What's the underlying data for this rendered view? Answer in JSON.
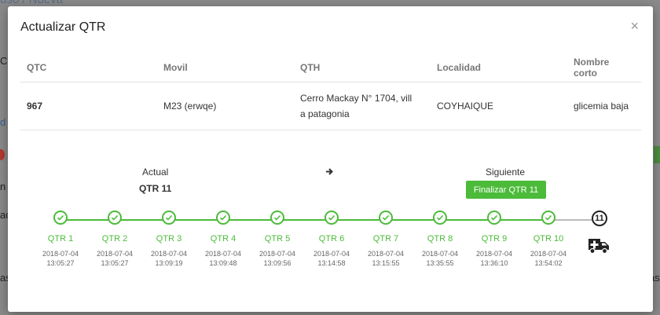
{
  "background": {
    "breadcrumb": "uso / Nueva",
    "snippets": [
      "C",
      "d",
      "n",
      "ac",
      "as",
      "as"
    ]
  },
  "modal": {
    "title": "Actualizar QTR",
    "close_symbol": "×"
  },
  "table": {
    "headers": [
      "QTC",
      "Movil",
      "QTH",
      "Localidad",
      "Nombre corto"
    ],
    "row": {
      "qtc": "967",
      "movil": "M23 (erwqe)",
      "qth_line1": "Cerro Mackay N° 1704, vill",
      "qth_line2": "a patagonia",
      "localidad": "COYHAIQUE",
      "nombre_corto": "glicemia baja"
    }
  },
  "status": {
    "actual_label": "Actual",
    "actual_value": "QTR 11",
    "arrow_icon": "arrow-right-icon",
    "next_label": "Siguiente",
    "finalize_button": "Finalizar QTR 11"
  },
  "timeline": {
    "steps": [
      {
        "name": "QTR 1",
        "date": "2018-07-04",
        "time": "13:05:27"
      },
      {
        "name": "QTR 2",
        "date": "2018-07-04",
        "time": "13:05:27"
      },
      {
        "name": "QTR 3",
        "date": "2018-07-04",
        "time": "13:09:19"
      },
      {
        "name": "QTR 4",
        "date": "2018-07-04",
        "time": "13:09:48"
      },
      {
        "name": "QTR 5",
        "date": "2018-07-04",
        "time": "13:09:56"
      },
      {
        "name": "QTR 6",
        "date": "2018-07-04",
        "time": "13:14:58"
      },
      {
        "name": "QTR 7",
        "date": "2018-07-04",
        "time": "13:15:55"
      },
      {
        "name": "QTR 8",
        "date": "2018-07-04",
        "time": "13:35:55"
      },
      {
        "name": "QTR 9",
        "date": "2018-07-04",
        "time": "13:36:10"
      },
      {
        "name": "QTR 10",
        "date": "2018-07-04",
        "time": "13:54:02"
      }
    ],
    "current_step_number": "11",
    "current_step_icon": "ambulance-icon"
  },
  "colors": {
    "accent_green": "#4cbb3a",
    "overlay": "#7d7d7d"
  }
}
